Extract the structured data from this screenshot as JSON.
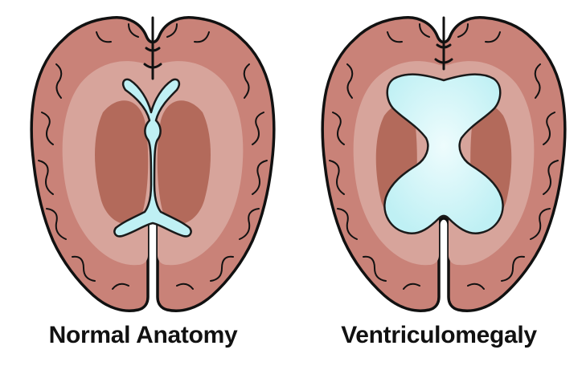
{
  "diagram": {
    "panels": [
      {
        "id": "normal",
        "caption": "Normal Anatomy"
      },
      {
        "id": "enlarged",
        "caption": "Ventriculomegaly"
      }
    ],
    "colors": {
      "cortex": "#c98278",
      "outline": "#111111",
      "white_matter": "#d7a49b",
      "deep_nuclei": "#b36a5b",
      "ventricle": "#bff0f4",
      "ventricle_highlight": "#eefcfd",
      "ventricle_stroke": "#1a1a1a"
    }
  }
}
